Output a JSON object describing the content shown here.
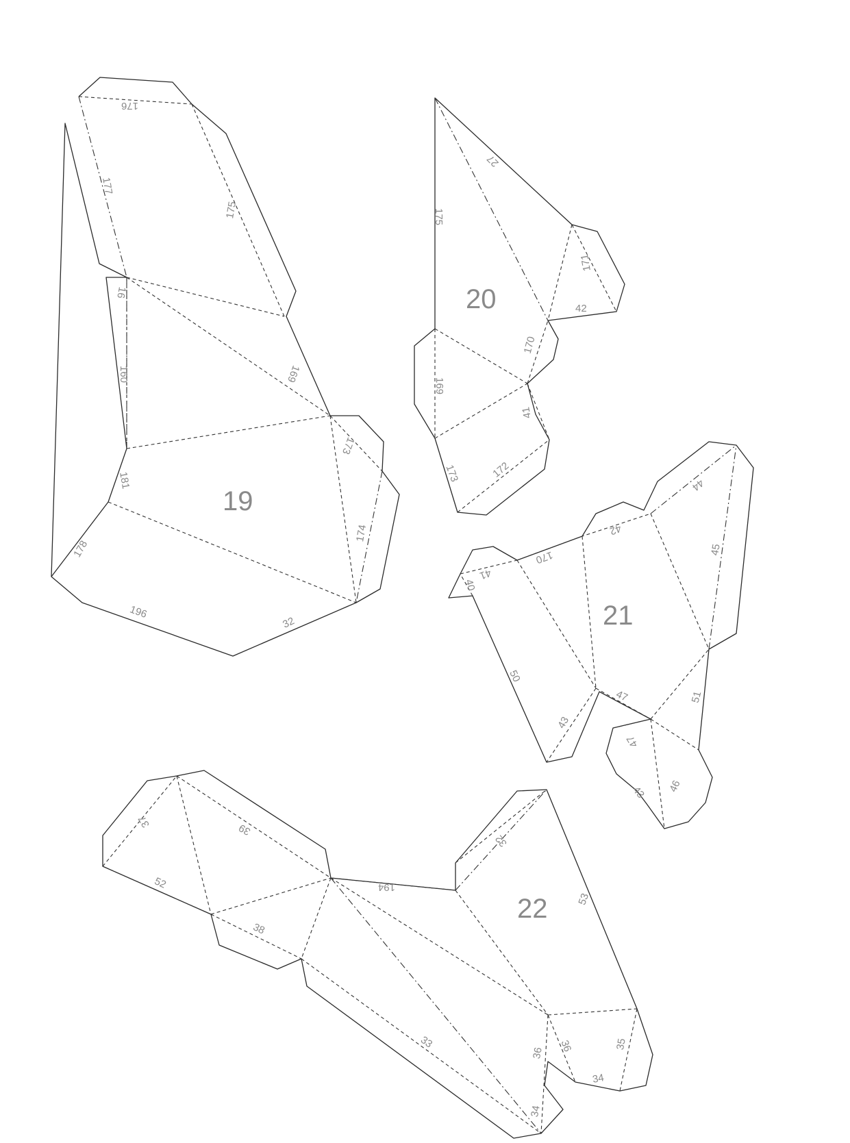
{
  "colors": {
    "line": "#2a2a2a",
    "label": "#8a8a8a",
    "background": "#ffffff"
  },
  "pieces": [
    {
      "label": "19",
      "edges": [
        "176",
        "177",
        "175",
        "16",
        "160",
        "169",
        "173",
        "181",
        "174",
        "178",
        "196",
        "32"
      ]
    },
    {
      "label": "20",
      "edges": [
        "27",
        "175",
        "171",
        "42",
        "170",
        "169",
        "41",
        "173",
        "172"
      ]
    },
    {
      "label": "21",
      "edges": [
        "44",
        "45",
        "42",
        "170",
        "41",
        "40",
        "50",
        "47",
        "51",
        "43",
        "47",
        "46",
        "43"
      ]
    },
    {
      "label": "22",
      "edges": [
        "37",
        "39",
        "52",
        "194",
        "32",
        "53",
        "38",
        "33",
        "36",
        "36",
        "35",
        "34",
        "34"
      ]
    }
  ]
}
